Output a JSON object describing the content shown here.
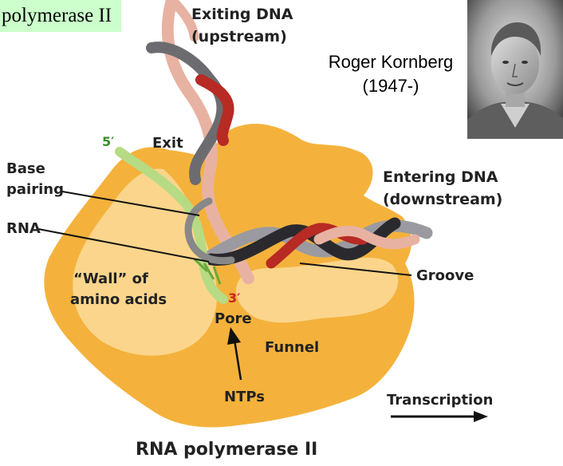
{
  "slide_title": "polymerase II",
  "person": {
    "name": "Roger Kornberg",
    "years": "(1947-)"
  },
  "labels": {
    "exiting_dna_1": "Exiting DNA",
    "exiting_dna_2": "(upstream)",
    "exit": "Exit",
    "five_prime": "5′",
    "base_pairing_1": "Base",
    "base_pairing_2": "pairing",
    "rna": "RNA",
    "entering_dna_1": "Entering DNA",
    "entering_dna_2": "(downstream)",
    "wall_1": "“Wall” of",
    "wall_2": "amino acids",
    "groove": "Groove",
    "three_prime": "3′",
    "pore": "Pore",
    "funnel": "Funnel",
    "ntps": "NTPs",
    "transcription": "Transcription",
    "caption": "RNA polymerase II"
  },
  "colors": {
    "enzyme": "#f4b23c",
    "enzyme_light": "#fbd58c",
    "title_bg": "#ccffcc",
    "dna_red": "#b82a24",
    "dna_gray": "#6c6c70",
    "dna_pink": "#e8b2a2",
    "dna_dark": "#2a2a2e",
    "rna_green": "#b6db84",
    "rna_green_dark": "#6aa83a",
    "five_prime_green": "#3a8a2a",
    "three_prime_red": "#c8242c"
  }
}
